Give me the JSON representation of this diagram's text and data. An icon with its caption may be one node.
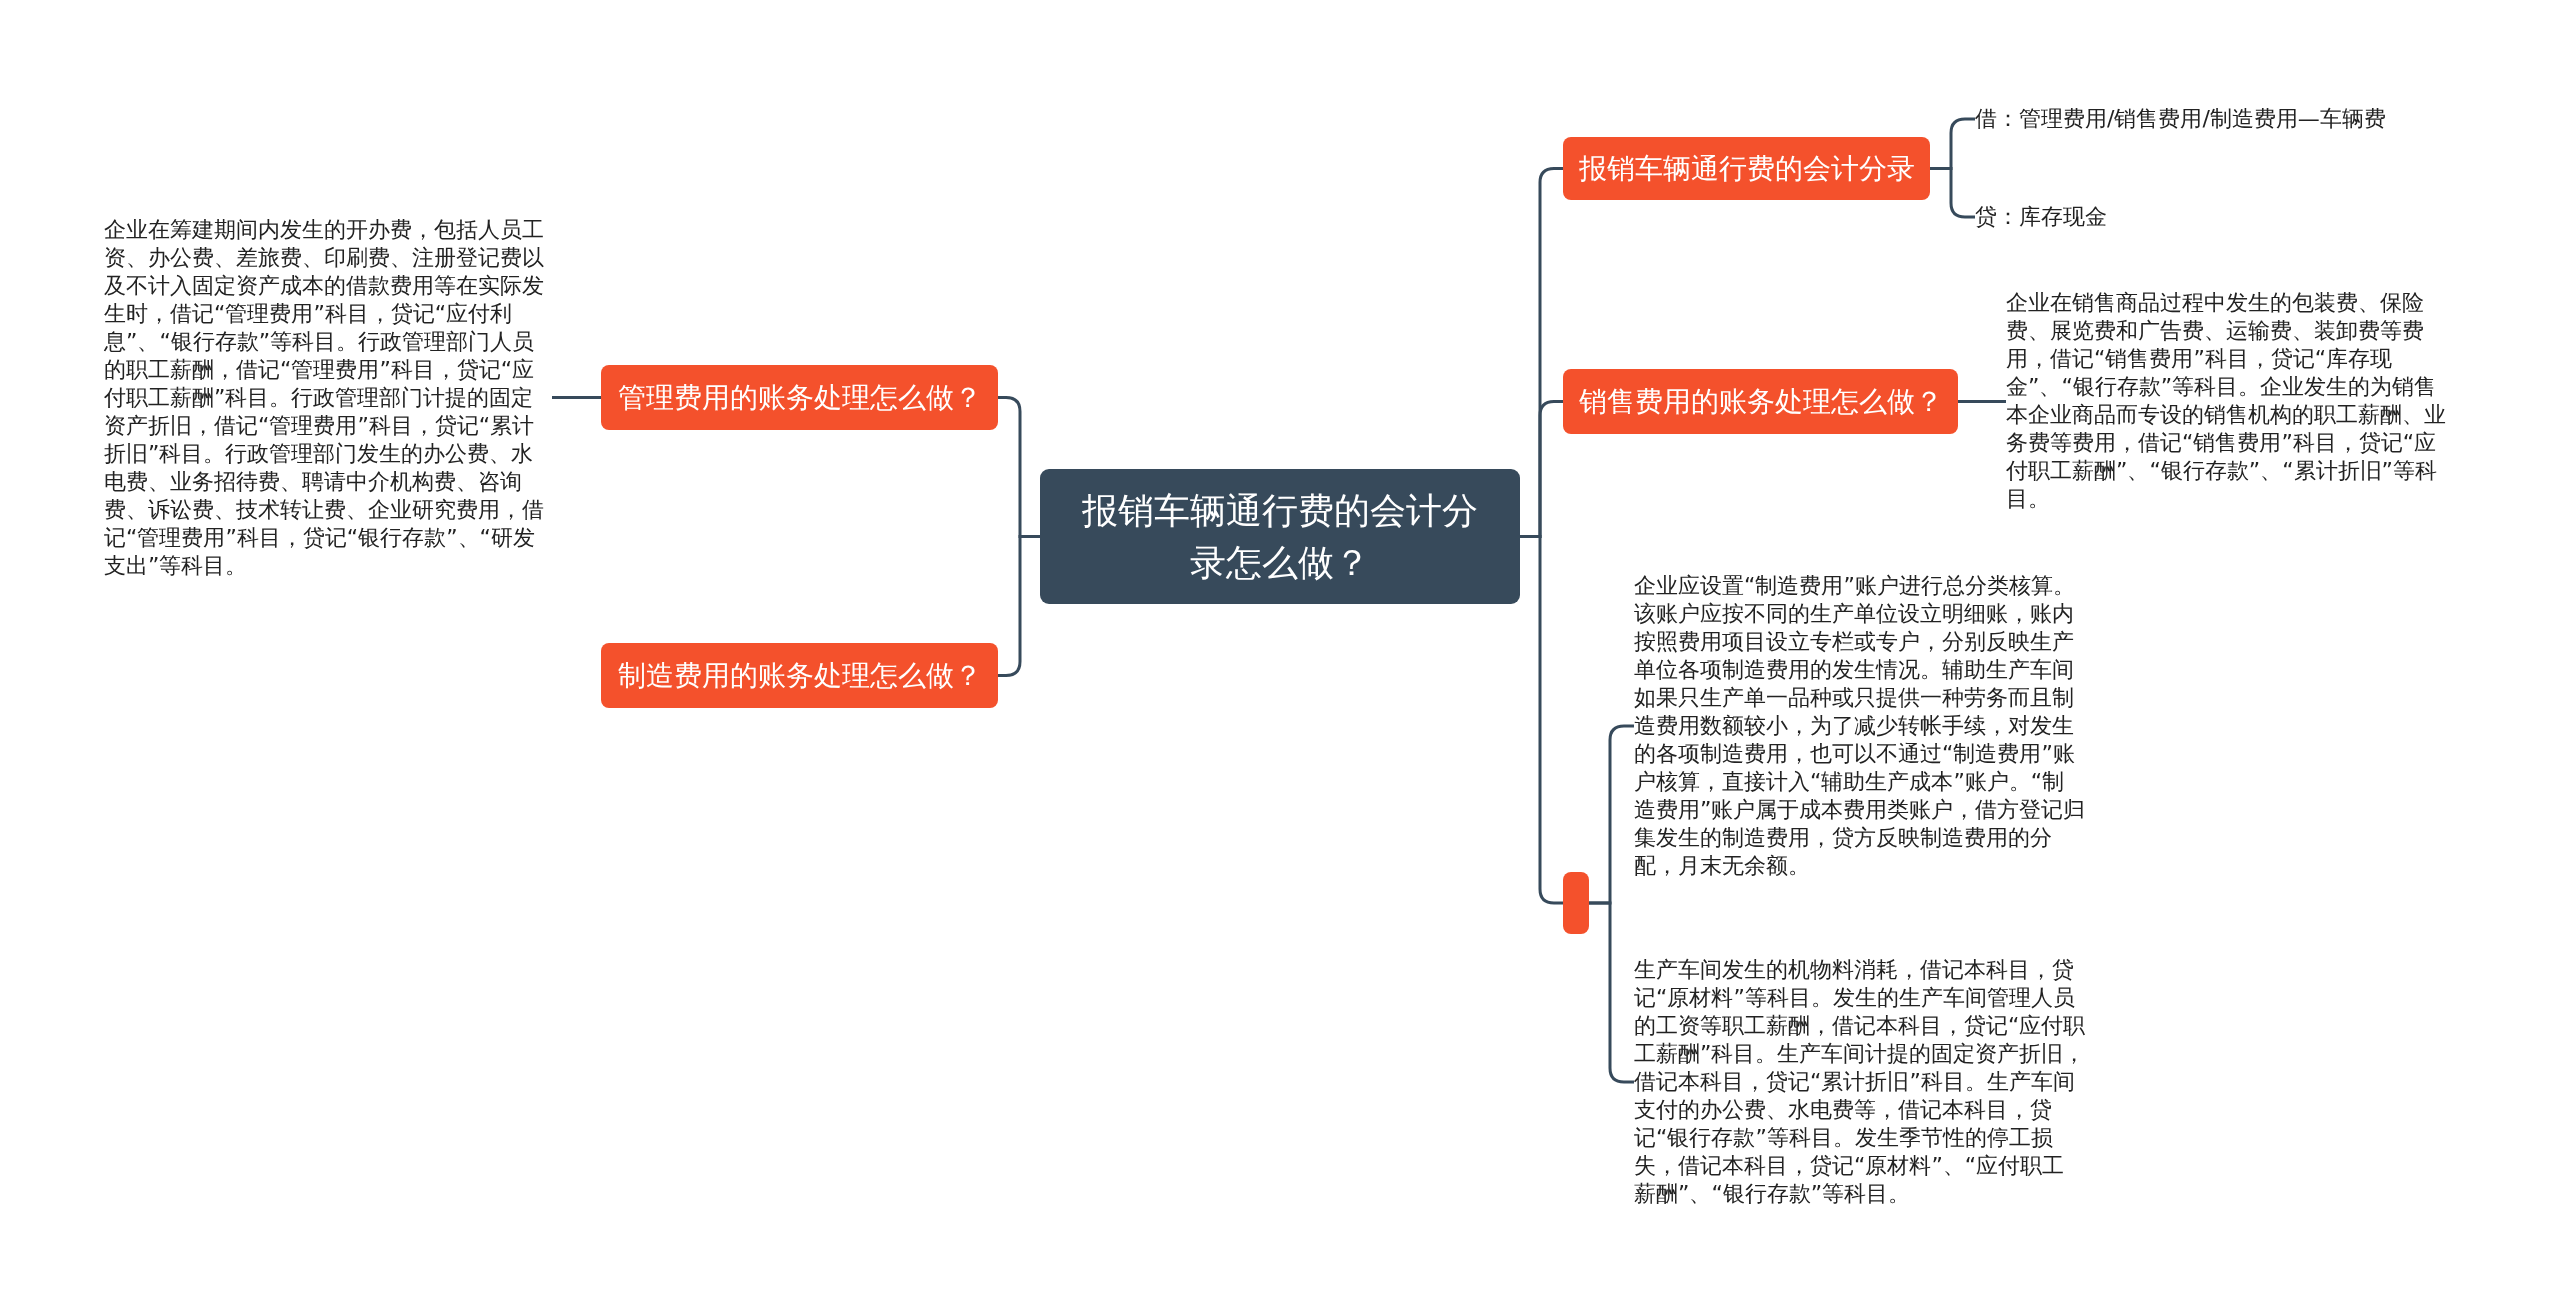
{
  "diagram": {
    "nodes": [
      {
        "text": [
          "报销车辆通行费的会计分录怎么做？"
        ]
      },
      {
        "text": [
          "管理费用的账务处理怎么做？"
        ]
      },
      {
        "text": [
          "企业在筹建期间内发生的开办费，包括人员工资、办公费、差旅费、印刷费、注册登记费以及不计入固定资产成本的借款费用等在实际发生时，借记“管理费用”科目，贷记“应付利息”、“银行存款”等科目。行政管理部门人员的职工薪酬，借记“管理费用”科目，贷记“应付职工薪酬”科目。行政管理部门计提的固定资产折旧，借记“管理费用”科目，贷记“累计折旧”科目。行政管理部门发生的办公费、水电费、业务招待费、聘请中介机构费、咨询费、诉讼费、技术转让费、企业研究费用，借记“管理费用”科目，贷记“银行存款”、“研发支出”等科目。"
        ]
      },
      {
        "text": [
          "制造费用的账务处理怎么做？"
        ]
      },
      {
        "text": [
          "报销车辆通行费的会计分录"
        ]
      },
      {
        "text": [
          "借：管理费用/销售费用/制造费用—车辆费"
        ]
      },
      {
        "text": [
          "贷：库存现金"
        ]
      },
      {
        "text": [
          "销售费用的账务处理怎么做？"
        ]
      },
      {
        "text": [
          "企业在销售商品过程中发生的包装费、保险费、展览费和广告费、运输费、装卸费等费用，借记“销售费用”科目，贷记“库存现金”、“银行存款”等科目。企业发生的为销售本企业商品而专设的销售机构的职工薪酬、业务费等费用，借记“销售费用”科目，贷记“应付职工薪酬”、“银行存款”、“累计折旧”等科目。"
        ]
      },
      {
        "text": [],
        "shape": "box"
      },
      {
        "text": [
          "企业应设置“制造费用”账户进行总分类核算。该账户应按不同的生产单位设立明细账，账内按照费用项目设立专栏或专户，分别反映生产单位各项制造费用的发生情况。辅助生产车间如果只生产单一品种或只提供一种劳务而且制造费用数额较小，为了减少转帐手续，对发生的各项制造费用，也可以不通过“制造费用”账户核算，直接计入“辅助生产成本”账户。“制造费用”账户属于成本费用类账户，借方登记归集发生的制造费用，贷方反映制造费用的分配，月末无余额。"
        ]
      },
      {
        "text": [
          "生产车间发生的机物料消耗，借记本科目，贷记“原材料”等科目。发生的生产车间管理人员的工资等职工薪酬，借记本科目，贷记“应付职工薪酬”科目。生产车间计提的固定资产折旧，借记本科目，贷记“累计折旧”科目。生产车间支付的办公费、水电费等，借记本科目，贷记“银行存款”等科目。发生季节性的停工损失，借记本科目，贷记“原材料”、“应付职工薪酬”、“银行存款”等科目。"
        ]
      }
    ],
    "edges": [
      {
        "from": 0,
        "to": 1,
        "arrow": "none"
      },
      {
        "from": 1,
        "to": 2,
        "arrow": "none"
      },
      {
        "from": 0,
        "to": 3,
        "arrow": "none"
      },
      {
        "from": 0,
        "to": 4,
        "arrow": "none"
      },
      {
        "from": 4,
        "to": 5,
        "arrow": "none"
      },
      {
        "from": 4,
        "to": 6,
        "arrow": "none"
      },
      {
        "from": 0,
        "to": 7,
        "arrow": "none"
      },
      {
        "from": 7,
        "to": 8,
        "arrow": "none"
      },
      {
        "from": 0,
        "to": 9,
        "arrow": "none"
      },
      {
        "from": 9,
        "to": 10,
        "arrow": "none"
      },
      {
        "from": 9,
        "to": 11,
        "arrow": "none"
      }
    ]
  }
}
